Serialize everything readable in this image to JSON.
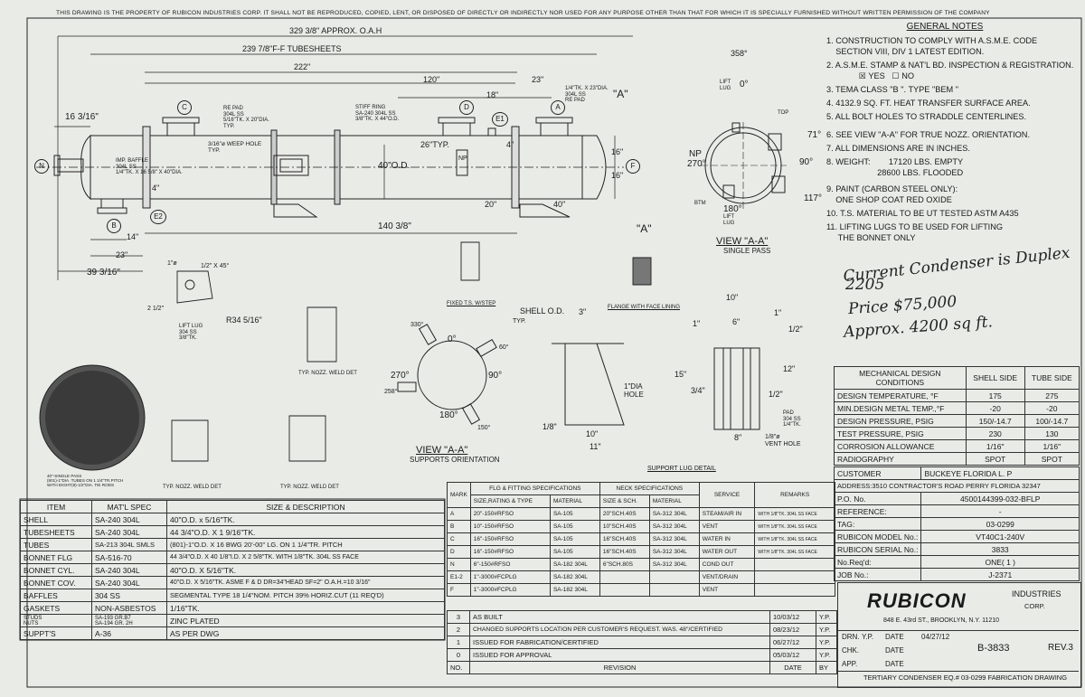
{
  "header_notice": "THIS DRAWING IS THE PROPERTY OF  RUBICON INDUSTRIES CORP.  IT SHALL NOT BE REPRODUCED, COPIED, LENT, OR DISPOSED OF DIRECTLY OR INDIRECTLY NOR USED FOR ANY PURPOSE OTHER THAN THAT FOR WHICH IT IS SPECIALLY FURNISHED WITHOUT WRITTEN PERMISSION OF THE COMPANY",
  "dims": {
    "oah": "329 3/8\" APPROX. O.A.H",
    "tubesheets": "239 7/8\"F-F TUBESHEETS",
    "d222": "222\"",
    "d120": "120\"",
    "d23": "23\"",
    "d18": "18\"",
    "d16_3_16": "16 3/16\"",
    "d40od": "40\"O.D.",
    "d26typ": "26\"TYP.",
    "d20": "20\"",
    "d40": "40\"",
    "d140": "140 3/8\"",
    "d14": "14\"",
    "d23b": "23\"",
    "d39": "39 3/16\"",
    "d16a": "16\"",
    "d16b": "16\"",
    "d4a": "4\"",
    "d4b": "4\""
  },
  "callouts": {
    "re_pad": "RE PAD\n304L SS\n5/16\"TK. X 20\"DIA.\nTYP.",
    "stiff_ring": "STIFF RING\nSA-240 304L SS\n3/8\"TK. X 44\"O.D.",
    "weep_hole": "3/16\"ø WEEP HOLE\nTYP.",
    "imp_baffle": "IMP. BAFFLE\n304L SS\n1/4\"TK. X 16 5/8\" X 40\"DIA.",
    "re_pad2": "1/4\"TK. X 23\"DIA.\n304L SS\nRE PAD",
    "view_a": "\"A\"",
    "view_a2": "\"A\"",
    "nozzle_np": "NP"
  },
  "view_aa": {
    "title": "VIEW \"A-A\"",
    "subtitle": "SINGLE PASS",
    "a358": "358°",
    "a0": "0°",
    "a71": "71°",
    "a90": "90°",
    "a117": "117°",
    "a180": "180°",
    "a270": "270°",
    "np": "NP",
    "top": "TOP",
    "btm": "BTM",
    "lift_lug": "LIFT\nLUG",
    "lift_lug2": "LIFT\nLUG"
  },
  "nozzles": [
    "A",
    "B",
    "C",
    "D",
    "E1",
    "E2",
    "F",
    "N"
  ],
  "details": {
    "fixed_ts": "FIXED T.S. W/STEP",
    "flange_face": "FLANGE WITH FACE LINING",
    "lift_lug": "LIFT LUG\n304 SS\n3/8\"TK.",
    "r34": "R34 5/16\"",
    "d1": "1\"ø",
    "d2_5": "2 1/2\"",
    "d1_2x45": "1/2\" X 45°",
    "typ_weld1": "TYP. NOZZ. WELD DET",
    "typ_weld2": "TYP. NOZZ. WELD DET",
    "typ_weld3": "TYP. NOZZ. WELD DET",
    "tubesheet_layout": "40\"-SINGLE PASS\n(801)-1\"DIA. TUBES ON 1 1/4\"TR.PITCH\nWITH EIGHT(8)-1/2\"DIA. TIE RODS",
    "supports_title": "VIEW \"A-A\"",
    "supports_sub": "SUPPORTS ORIENTATION",
    "a330": "330°",
    "a0s": "0°",
    "a60": "60°",
    "a90s": "90°",
    "a150": "150°",
    "a180s": "180°",
    "a270s": "270°",
    "a258": "258°",
    "shell_od": "SHELL O.D.",
    "d3": "3\"",
    "typ": "TYP.",
    "d1dia": "1\"DIA\nHOLE",
    "d10": "10\"",
    "d11": "11\"",
    "d1_8": "1/8\"",
    "support_lug": "SUPPORT LUG DETAIL",
    "d10b": "10\"",
    "d6": "6\"",
    "d1a": "1\"",
    "d1b": "1\"",
    "d1_2a": "1/2\"",
    "d1_2b": "1/2\"",
    "d12": "12\"",
    "d15": "15\"",
    "d3_4": "3/4\"",
    "d8": "8\"",
    "pad": "PAD\n304 SS\n1/4\"TK.",
    "vent": "1/8\"ø\nVENT HOLE"
  },
  "general_notes": {
    "title": "GENERAL NOTES",
    "items": [
      "1. CONSTRUCTION TO COMPLY WITH A.S.M.E. CODE\n    SECTION VIII, DIV 1 LATEST EDITION.",
      "2. A.S.M.E. STAMP & NAT'L BD. INSPECTION & REGISTRATION.\n              ☒ YES   ☐ NO",
      "3. TEMA CLASS  \"B \".  TYPE  \"BEM \"",
      "4. 4132.9 SQ. FT. HEAT TRANSFER SURFACE AREA.",
      "5. ALL BOLT HOLES TO STRADDLE CENTERLINES.",
      "6. SEE VIEW \"A-A\" FOR TRUE NOZZ. ORIENTATION.",
      "7. ALL DIMENSIONS ARE IN INCHES.",
      "8. WEIGHT:        17120 LBS. EMPTY\n                      28600 LBS. FLOODED",
      "9. PAINT (CARBON STEEL ONLY):\n    ONE SHOP COAT RED OXIDE",
      "10. T.S. MATERIAL TO BE UT TESTED ASTM A435",
      "11. LIFTING LUGS TO BE USED FOR LIFTING\n     THE BONNET ONLY"
    ]
  },
  "handwritten": {
    "line1": "Current Condenser is Duplex",
    "line2": "2205",
    "line3": "Price  $75,000",
    "line4": "Approx.  4200 sq ft."
  },
  "mech_design": {
    "header": [
      "MECHANICAL DESIGN\nCONDITIONS",
      "SHELL SIDE",
      "TUBE SIDE"
    ],
    "rows": [
      [
        "DESIGN TEMPERATURE, °F",
        "175",
        "275"
      ],
      [
        "MIN.DESIGN METAL TEMP.,°F",
        "-20",
        "-20"
      ],
      [
        "DESIGN PRESSURE, PSIG",
        "150/-14.7",
        "100/-14.7"
      ],
      [
        "TEST PRESSURE, PSIG",
        "230",
        "130"
      ],
      [
        "CORROSION ALLOWANCE",
        "1/16\"",
        "1/16\""
      ],
      [
        "RADIOGRAPHY",
        "SPOT",
        "SPOT"
      ]
    ]
  },
  "customer": {
    "rows": [
      [
        "CUSTOMER",
        "BUCKEYE FLORIDA  L. P"
      ],
      [
        "ADDRESS:",
        "3510 CONTRACTOR'S ROAD PERRY FLORIDA 32347"
      ],
      [
        "P.O. No.",
        "4500144399-032-BFLP"
      ],
      [
        "REFERENCE:",
        "-"
      ],
      [
        "TAG:",
        "03-0299"
      ],
      [
        "RUBICON MODEL No.:",
        "VT40C1-240V"
      ],
      [
        "RUBICON SERIAL No.:",
        "3833"
      ],
      [
        "No.Req'd:",
        "ONE( 1 )"
      ],
      [
        "JOB No.:",
        "J-2371"
      ]
    ]
  },
  "bom": {
    "header": [
      "ITEM",
      "MAT'L SPEC",
      "SIZE & DESCRIPTION"
    ],
    "rows": [
      [
        "SHELL",
        "SA-240 304L",
        "40\"O.D. x 5/16\"TK."
      ],
      [
        "TUBESHEETS",
        "SA-240 304L",
        "44 3/4\"O.D. X  1 9/16\"TK."
      ],
      [
        "TUBES",
        "SA-213 304L SMLS",
        "(801)-1\"O.D. X 16 BWG 20'-00\" LG. ON 1 1/4\"TR. PITCH"
      ],
      [
        "BONNET FLG",
        "SA-516-70",
        "44 3/4\"O.D. X 40 1/8\"I.D. X 2 5/8\"TK.  WITH 1/8\"TK.  304L SS  FACE"
      ],
      [
        "BONNET CYL.",
        "SA-240 304L",
        "40\"O.D. X 5/16\"TK."
      ],
      [
        "BONNET COV.",
        "SA-240 304L",
        "40\"O.D. X  5/16\"TK. ASME F & D DR=34\"HEAD SF=2\" O.A.H.=10 3/16\""
      ],
      [
        "BAFFLES",
        "304 SS",
        "SEGMENTAL TYPE 18 1/4\"NOM. PITCH 39% HORIZ.CUT   (11  REQ'D)"
      ],
      [
        "GASKETS",
        "NON-ASBESTOS",
        "1/16\"TK."
      ],
      [
        "STUDS\nNUTS",
        "SA-193 GR.B7\nSA-194 GR. 2H",
        "ZINC PLATED"
      ],
      [
        "SUPPT'S",
        "A-36",
        "AS PER DWG"
      ]
    ]
  },
  "nozzle_table": {
    "h1": [
      "MARK",
      "FLG & FITTING SPECIFICATIONS",
      "NECK SPECIFICATIONS",
      "SERVICE",
      "REMARKS"
    ],
    "h2": [
      "SIZE,RATING & TYPE",
      "MATERIAL",
      "SIZE & SCH.",
      "MATERIAL"
    ],
    "rows": [
      [
        "A",
        "20\"-150#RFSO",
        "SA-105",
        "20\"SCH.40S",
        "SA-312 304L",
        "STEAM/AIR IN",
        "WITH 1/8\"TK. 304L SS FACE"
      ],
      [
        "B",
        "10\"-150#RFSO",
        "SA-105",
        "10\"SCH.40S",
        "SA-312 304L",
        "VENT",
        "WITH 1/8\"TK. 304L SS FACE"
      ],
      [
        "C",
        "16\"-150#RFSO",
        "SA-105",
        "16\"SCH.40S",
        "SA-312 304L",
        "WATER IN",
        "WITH 1/8\"TK. 304L SS FACE"
      ],
      [
        "D",
        "16\"-150#RFSO",
        "SA-105",
        "16\"SCH.40S",
        "SA-312 304L",
        "WATER OUT",
        "WITH 1/8\"TK. 304L SS FACE"
      ],
      [
        "N",
        "6\"-150#RFSO",
        "SA-182 304L",
        "6\"SCH.80S",
        "SA-312 304L",
        "COND OUT",
        ""
      ],
      [
        "E1-2",
        "1\"-3000#FCPLG",
        "SA-182 304L",
        "",
        "",
        "VENT/DRAIN",
        ""
      ],
      [
        "F",
        "1\"-3000#FCPLG",
        "SA-182 304L",
        "",
        "",
        "VENT",
        ""
      ]
    ]
  },
  "revisions": {
    "rows": [
      [
        "3",
        "AS BUILT",
        "10/03/12",
        "Y.P."
      ],
      [
        "2",
        "CHANGED SUPPORTS LOCATION PER CUSTOMER'S REQUEST. WAS. 48\"/CERTIFIED",
        "08/23/12",
        "Y.P."
      ],
      [
        "1",
        "ISSUED FOR FABRICATION/CERTIFIED",
        "06/27/12",
        "Y.P."
      ],
      [
        "0",
        "ISSUED FOR APPROVAL",
        "05/03/12",
        "Y.P."
      ]
    ],
    "footer": [
      "NO.",
      "REVISION",
      "DATE",
      "BY"
    ]
  },
  "title_block": {
    "company": "RUBICON",
    "industries": "INDUSTRIES",
    "corp": "CORP.",
    "address": "848 E. 43rd ST., BROOKLYN, N.Y. 11210",
    "drn_label": "DRN.",
    "drn": "Y.P.",
    "drn_date_label": "DATE",
    "drn_date": "04/27/12",
    "chk_label": "CHK.",
    "chk_date_label": "DATE",
    "app_label": "APP.",
    "app_date_label": "DATE",
    "drawing_no": "B-3833",
    "rev": "REV.3",
    "drawing_title": "TERTIARY CONDENSER EQ.# 03-0299 FABRICATION DRAWING"
  }
}
